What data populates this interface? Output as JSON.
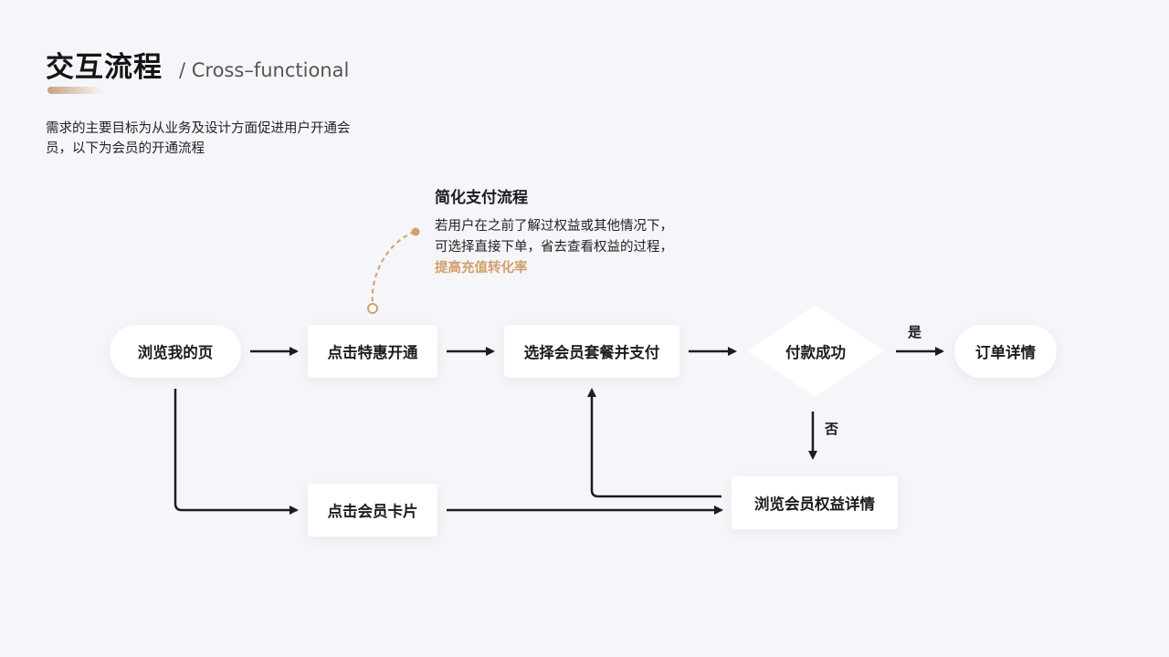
{
  "header": {
    "title": "交互流程",
    "subtitle": "/ Cross–functional",
    "description": "需求的主要目标为从业务及设计方面促进用户开通会员，以下为会员的开通流程"
  },
  "note": {
    "title": "简化支付流程",
    "body_prefix": "若用户在之前了解过权益或其他情况下，可选择直接下单，省去查看权益的过程，",
    "body_highlight": "提高充值转化率",
    "accent_color": "#d4a06a"
  },
  "nodes": {
    "browse_my_page": "浏览我的页",
    "click_special_offer": "点击特惠开通",
    "select_package_pay": "选择会员套餐并支付",
    "payment_success": "付款成功",
    "order_details": "订单详情",
    "click_member_card": "点击会员卡片",
    "browse_member_benefits": "浏览会员权益详情"
  },
  "edge_labels": {
    "yes": "是",
    "no": "否"
  }
}
